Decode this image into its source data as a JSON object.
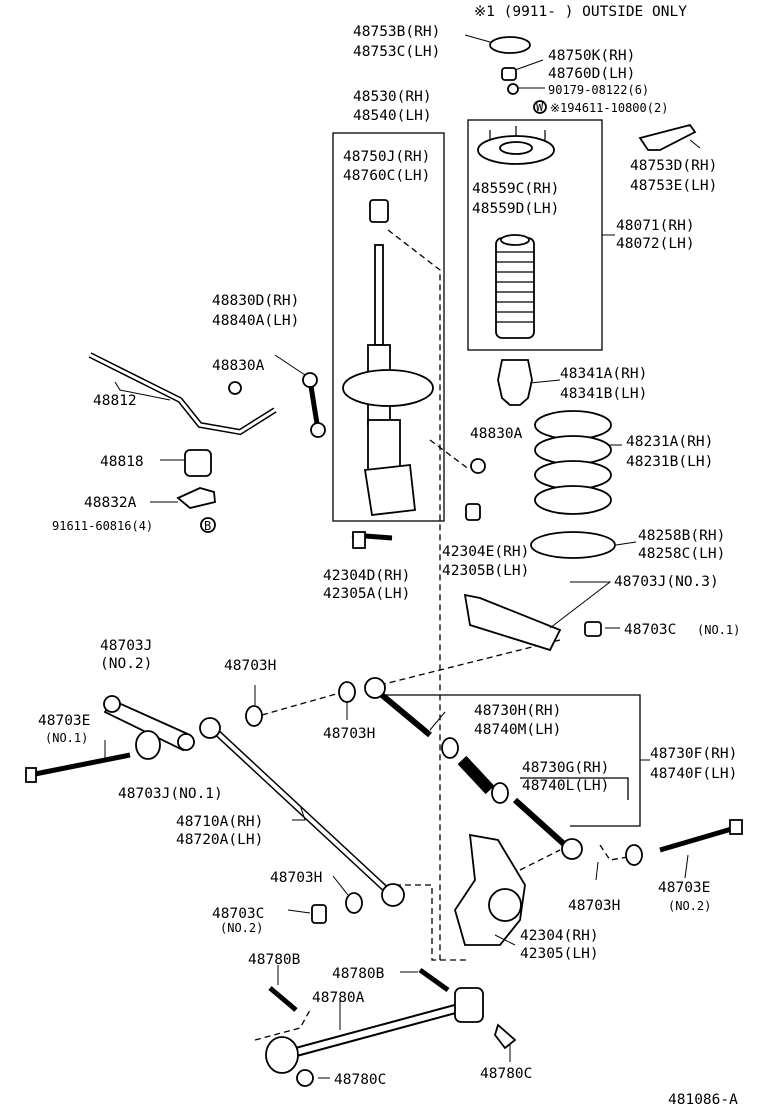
{
  "header_note": "※1 (9911-      ) OUTSIDE ONLY",
  "footer_code": "481086-A",
  "labels": {
    "48753B": "48753B(RH)",
    "48753C": "48753C(LH)",
    "48750K": "48750K(RH)",
    "48760D": "48760D(LH)",
    "90179": "90179-08122(6)",
    "194611_mark": "W",
    "194611": "※194611-10800(2)",
    "48530": "48530(RH)",
    "48540": "48540(LH)",
    "48750J": "48750J(RH)",
    "48760C": "48760C(LH)",
    "48559C": "48559C(RH)",
    "48559D": "48559D(LH)",
    "48071": "48071(RH)",
    "48072": "48072(LH)",
    "48753D": "48753D(RH)",
    "48753E": "48753E(LH)",
    "48830D": "48830D(RH)",
    "48840A": "48840A(LH)",
    "48830A_1": "48830A",
    "48830A_2": "48830A",
    "48812": "48812",
    "48341A": "48341A(RH)",
    "48341B": "48341B(LH)",
    "48231A": "48231A(RH)",
    "48231B": "48231B(LH)",
    "48818": "48818",
    "48832A": "48832A",
    "91611": "91611-60816(4)",
    "91611_mark": "B",
    "48258B": "48258B(RH)",
    "48258C": "48258C(LH)",
    "42304E": "42304E(RH)",
    "42305B": "42305B(LH)",
    "42304D": "42304D(RH)",
    "42305A": "42305A(LH)",
    "48703J_3": "48703J(NO.3)",
    "48703C_1": "48703C",
    "48703C_1_note": "(NO.1)",
    "48703J_2": "48703J",
    "48703J_2_note": "(NO.2)",
    "48703H_a": "48703H",
    "48703H_b": "48703H",
    "48703H_c": "48703H",
    "48703H_d": "48703H",
    "48730H": "48730H(RH)",
    "48740M": "48740M(LH)",
    "48703E_1": "48703E",
    "48703E_1_note": "(NO.1)",
    "48730F": "48730F(RH)",
    "48740F": "48740F(LH)",
    "48730G": "48730G(RH)",
    "48740L": "48740L(LH)",
    "48703J_1": "48703J(NO.1)",
    "48710A": "48710A(RH)",
    "48720A": "48720A(LH)",
    "48703C_2": "48703C",
    "48703C_2_note": "(NO.2)",
    "48703E_2": "48703E",
    "48703E_2_note": "(NO.2)",
    "42304": "42304(RH)",
    "42305": "42305(LH)",
    "48780B_1": "48780B",
    "48780B_2": "48780B",
    "48780A": "48780A",
    "48780C_1": "48780C",
    "48780C_2": "48780C"
  }
}
